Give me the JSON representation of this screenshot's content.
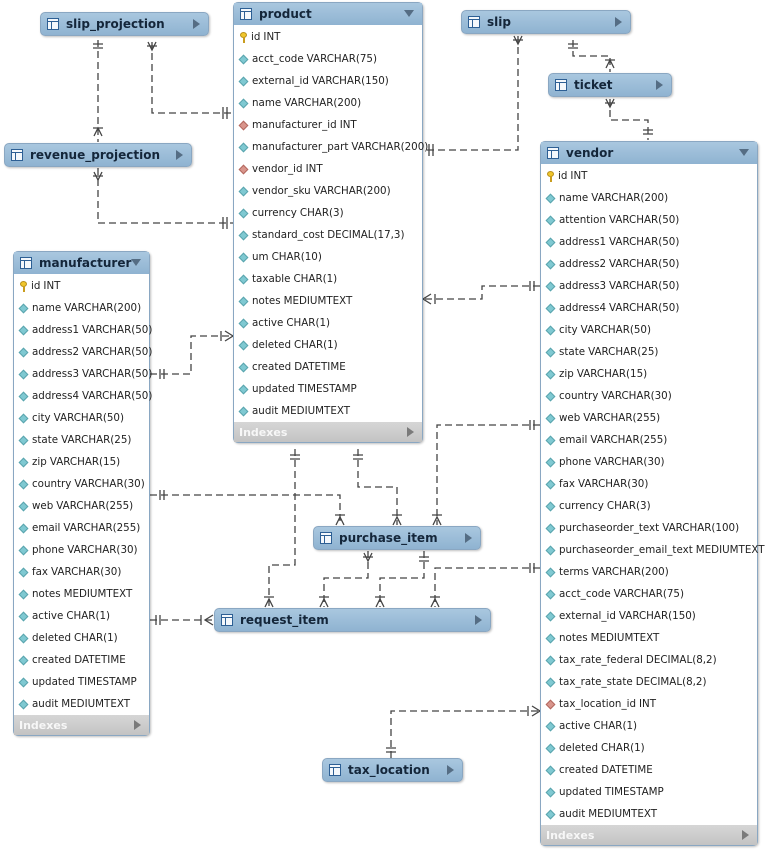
{
  "tables": {
    "product": {
      "name": "product",
      "indexes_label": "Indexes",
      "columns": [
        {
          "name": "id",
          "type": "INT",
          "key": "pk"
        },
        {
          "name": "acct_code",
          "type": "VARCHAR(75)",
          "key": "col"
        },
        {
          "name": "external_id",
          "type": "VARCHAR(150)",
          "key": "col"
        },
        {
          "name": "name",
          "type": "VARCHAR(200)",
          "key": "col"
        },
        {
          "name": "manufacturer_id",
          "type": "INT",
          "key": "fk"
        },
        {
          "name": "manufacturer_part",
          "type": "VARCHAR(200)",
          "key": "col"
        },
        {
          "name": "vendor_id",
          "type": "INT",
          "key": "fk"
        },
        {
          "name": "vendor_sku",
          "type": "VARCHAR(200)",
          "key": "col"
        },
        {
          "name": "currency",
          "type": "CHAR(3)",
          "key": "col"
        },
        {
          "name": "standard_cost",
          "type": "DECIMAL(17,3)",
          "key": "col"
        },
        {
          "name": "um",
          "type": "CHAR(10)",
          "key": "col"
        },
        {
          "name": "taxable",
          "type": "CHAR(1)",
          "key": "col"
        },
        {
          "name": "notes",
          "type": "MEDIUMTEXT",
          "key": "col"
        },
        {
          "name": "active",
          "type": "CHAR(1)",
          "key": "col"
        },
        {
          "name": "deleted",
          "type": "CHAR(1)",
          "key": "col"
        },
        {
          "name": "created",
          "type": "DATETIME",
          "key": "col"
        },
        {
          "name": "updated",
          "type": "TIMESTAMP",
          "key": "col"
        },
        {
          "name": "audit",
          "type": "MEDIUMTEXT",
          "key": "col"
        }
      ]
    },
    "manufacturer": {
      "name": "manufacturer",
      "indexes_label": "Indexes",
      "columns": [
        {
          "name": "id",
          "type": "INT",
          "key": "pk"
        },
        {
          "name": "name",
          "type": "VARCHAR(200)",
          "key": "col"
        },
        {
          "name": "address1",
          "type": "VARCHAR(50)",
          "key": "col"
        },
        {
          "name": "address2",
          "type": "VARCHAR(50)",
          "key": "col"
        },
        {
          "name": "address3",
          "type": "VARCHAR(50)",
          "key": "col"
        },
        {
          "name": "address4",
          "type": "VARCHAR(50)",
          "key": "col"
        },
        {
          "name": "city",
          "type": "VARCHAR(50)",
          "key": "col"
        },
        {
          "name": "state",
          "type": "VARCHAR(25)",
          "key": "col"
        },
        {
          "name": "zip",
          "type": "VARCHAR(15)",
          "key": "col"
        },
        {
          "name": "country",
          "type": "VARCHAR(30)",
          "key": "col"
        },
        {
          "name": "web",
          "type": "VARCHAR(255)",
          "key": "col"
        },
        {
          "name": "email",
          "type": "VARCHAR(255)",
          "key": "col"
        },
        {
          "name": "phone",
          "type": "VARCHAR(30)",
          "key": "col"
        },
        {
          "name": "fax",
          "type": "VARCHAR(30)",
          "key": "col"
        },
        {
          "name": "notes",
          "type": "MEDIUMTEXT",
          "key": "col"
        },
        {
          "name": "active",
          "type": "CHAR(1)",
          "key": "col"
        },
        {
          "name": "deleted",
          "type": "CHAR(1)",
          "key": "col"
        },
        {
          "name": "created",
          "type": "DATETIME",
          "key": "col"
        },
        {
          "name": "updated",
          "type": "TIMESTAMP",
          "key": "col"
        },
        {
          "name": "audit",
          "type": "MEDIUMTEXT",
          "key": "col"
        }
      ]
    },
    "vendor": {
      "name": "vendor",
      "indexes_label": "Indexes",
      "columns": [
        {
          "name": "id",
          "type": "INT",
          "key": "pk"
        },
        {
          "name": "name",
          "type": "VARCHAR(200)",
          "key": "col"
        },
        {
          "name": "attention",
          "type": "VARCHAR(50)",
          "key": "col"
        },
        {
          "name": "address1",
          "type": "VARCHAR(50)",
          "key": "col"
        },
        {
          "name": "address2",
          "type": "VARCHAR(50)",
          "key": "col"
        },
        {
          "name": "address3",
          "type": "VARCHAR(50)",
          "key": "col"
        },
        {
          "name": "address4",
          "type": "VARCHAR(50)",
          "key": "col"
        },
        {
          "name": "city",
          "type": "VARCHAR(50)",
          "key": "col"
        },
        {
          "name": "state",
          "type": "VARCHAR(25)",
          "key": "col"
        },
        {
          "name": "zip",
          "type": "VARCHAR(15)",
          "key": "col"
        },
        {
          "name": "country",
          "type": "VARCHAR(30)",
          "key": "col"
        },
        {
          "name": "web",
          "type": "VARCHAR(255)",
          "key": "col"
        },
        {
          "name": "email",
          "type": "VARCHAR(255)",
          "key": "col"
        },
        {
          "name": "phone",
          "type": "VARCHAR(30)",
          "key": "col"
        },
        {
          "name": "fax",
          "type": "VARCHAR(30)",
          "key": "col"
        },
        {
          "name": "currency",
          "type": "CHAR(3)",
          "key": "col"
        },
        {
          "name": "purchaseorder_text",
          "type": "VARCHAR(100)",
          "key": "col"
        },
        {
          "name": "purchaseorder_email_text",
          "type": "MEDIUMTEXT",
          "key": "col"
        },
        {
          "name": "terms",
          "type": "VARCHAR(200)",
          "key": "col"
        },
        {
          "name": "acct_code",
          "type": "VARCHAR(75)",
          "key": "col"
        },
        {
          "name": "external_id",
          "type": "VARCHAR(150)",
          "key": "col"
        },
        {
          "name": "notes",
          "type": "MEDIUMTEXT",
          "key": "col"
        },
        {
          "name": "tax_rate_federal",
          "type": "DECIMAL(8,2)",
          "key": "col"
        },
        {
          "name": "tax_rate_state",
          "type": "DECIMAL(8,2)",
          "key": "col"
        },
        {
          "name": "tax_location_id",
          "type": "INT",
          "key": "fk"
        },
        {
          "name": "active",
          "type": "CHAR(1)",
          "key": "col"
        },
        {
          "name": "deleted",
          "type": "CHAR(1)",
          "key": "col"
        },
        {
          "name": "created",
          "type": "DATETIME",
          "key": "col"
        },
        {
          "name": "updated",
          "type": "TIMESTAMP",
          "key": "col"
        },
        {
          "name": "audit",
          "type": "MEDIUMTEXT",
          "key": "col"
        }
      ]
    }
  },
  "collapsed_tables": {
    "slip_projection": "slip_projection",
    "revenue_projection": "revenue_projection",
    "slip": "slip",
    "ticket": "ticket",
    "purchase_item": "purchase_item",
    "request_item": "request_item",
    "tax_location": "tax_location"
  },
  "icons": {
    "table": "table-icon",
    "primary_key": "key-icon",
    "foreign_key": "foreign-key-diamond-icon",
    "column": "column-diamond-icon",
    "expand": "chevron-down-icon",
    "collapsed": "chevron-right-icon"
  },
  "colors": {
    "header": "#9dbdd8",
    "border": "#8aa7c2",
    "indexes_bar": "#c9c9c9",
    "column_icon": "#7fc9d2",
    "fk_icon": "#d9958c",
    "pk_icon": "#f0c62c",
    "link": "#444444"
  }
}
